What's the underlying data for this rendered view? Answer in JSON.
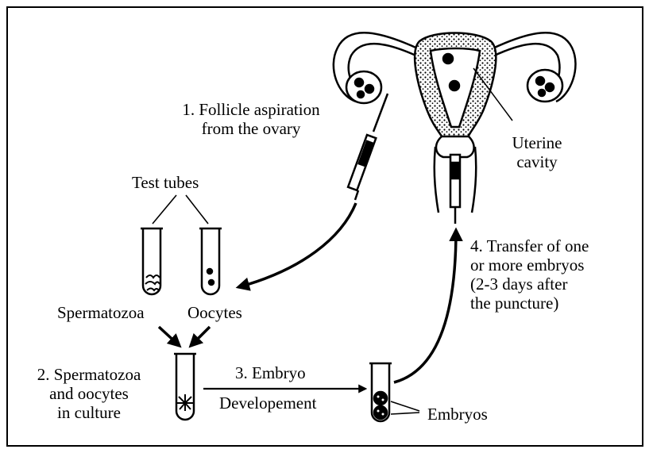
{
  "labels": {
    "step1_line1": "1. Follicle aspiration",
    "step1_line2": "from the ovary",
    "uterine_line1": "Uterine",
    "uterine_line2": "cavity",
    "test_tubes": "Test tubes",
    "spermatozoa": "Spermatozoa",
    "oocytes": "Oocytes",
    "step2_line1": "2. Spermatozoa",
    "step2_line2": "and oocytes",
    "step2_line3": "in culture",
    "step3_line1": "3. Embryo",
    "step3_line2": "Developement",
    "embryos": "Embryos",
    "step4_line1": "4. Transfer of one",
    "step4_line2": "or more embryos",
    "step4_line3": "(2-3 days after",
    "step4_line4": "the puncture)"
  }
}
